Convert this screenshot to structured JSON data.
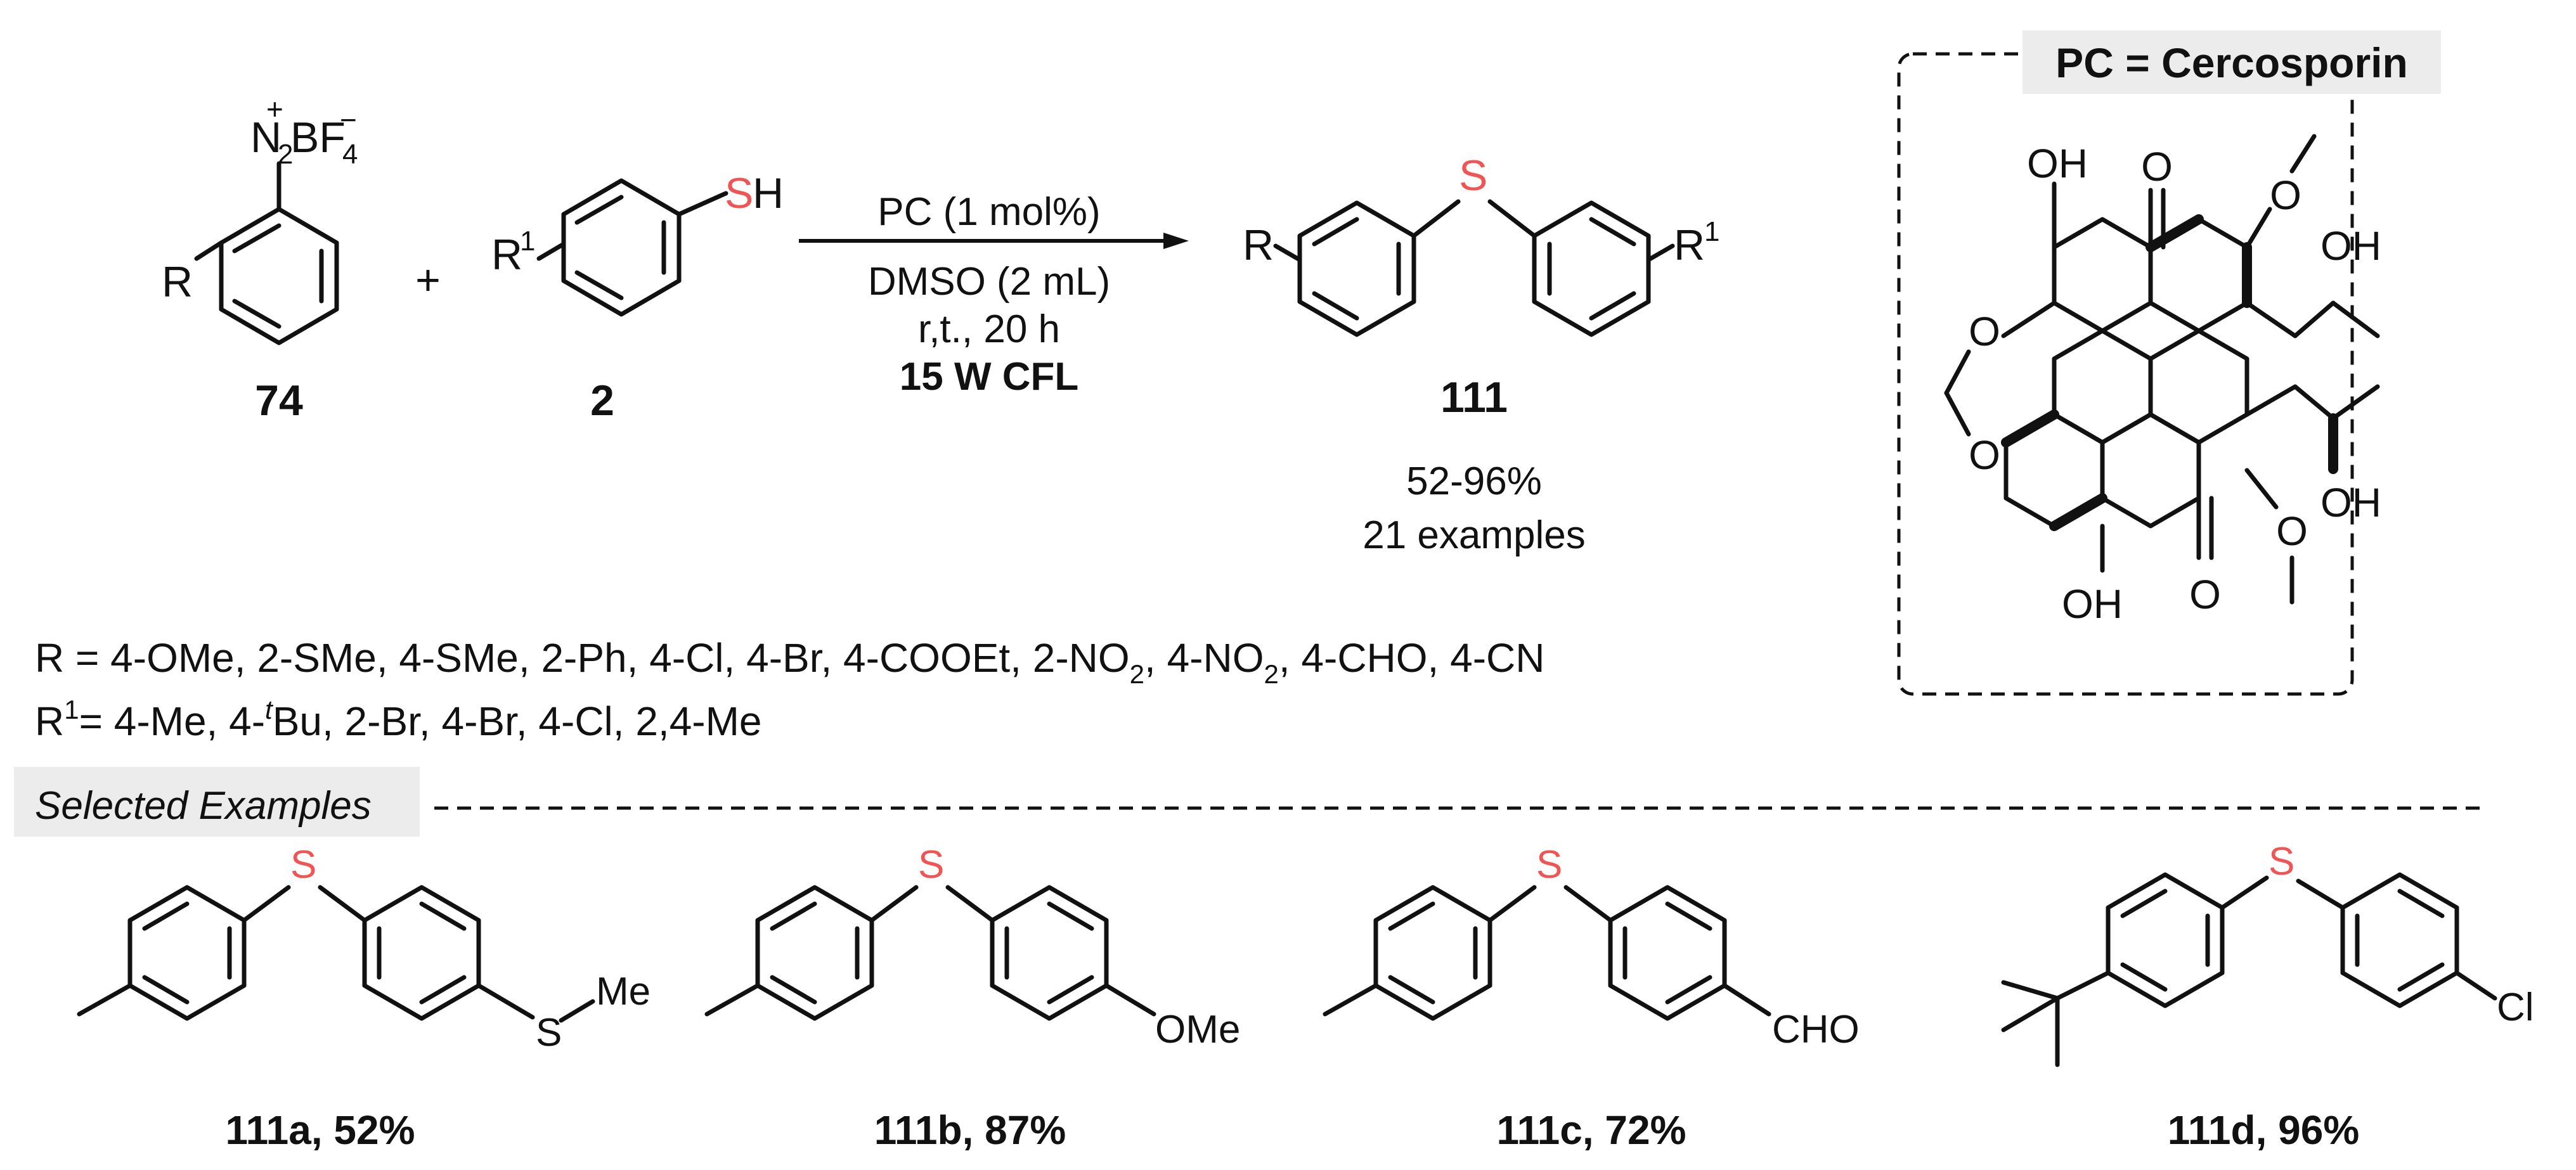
{
  "scheme": {
    "reagent1": {
      "id": "74",
      "diazonium_label": "N2BF4",
      "r_label": "R"
    },
    "plus": "+",
    "reagent2": {
      "id": "2",
      "r_label": "R1",
      "thiol_s": "S",
      "thiol_h": "H"
    },
    "conditions": {
      "line1": "PC (1 mol%)",
      "line2": "DMSO (2 mL)",
      "line3": "r,t., 20 h",
      "line4": "15 W CFL"
    },
    "product": {
      "id": "111",
      "r_left": "R",
      "r_right": "R1",
      "s": "S",
      "yield": "52-96%",
      "examples": "21 examples"
    }
  },
  "substituents": {
    "r_line": "R = 4-OMe, 2-SMe, 4-SMe, 2-Ph, 4-Cl, 4-Br, 4-COOEt, 2-NO2, 4-NO2, 4-CHO, 4-CN",
    "r1_line": "R1= 4-Me, 4-tBu, 2-Br, 4-Br, 4-Cl, 2,4-Me"
  },
  "photocatalyst": {
    "header": "PC = Cercosporin",
    "labels": [
      "OH",
      "O",
      "O",
      "OH",
      "O",
      "O",
      "O",
      "O",
      "OH",
      "OH"
    ]
  },
  "selected_examples": {
    "header": "Selected Examples",
    "items": [
      {
        "label": "111a, 52%",
        "substituent": "Me",
        "s_label": "S"
      },
      {
        "label": "111b, 87%",
        "substituent": "OMe"
      },
      {
        "label": "111c, 72%",
        "substituent": "CHO"
      },
      {
        "label": "111d, 96%",
        "substituent": "Cl"
      }
    ]
  }
}
